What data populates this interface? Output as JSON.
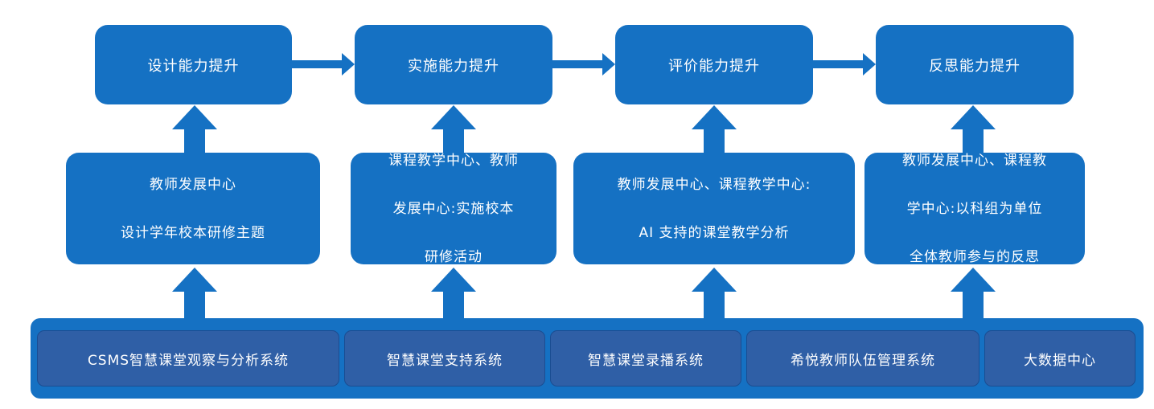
{
  "top_row": [
    {
      "label": "设计能力提升"
    },
    {
      "label": "实施能力提升"
    },
    {
      "label": "评价能力提升"
    },
    {
      "label": "反思能力提升"
    }
  ],
  "middle_row": [
    {
      "lines": [
        "教师发展中心",
        "设计学年校本研修主题"
      ]
    },
    {
      "lines": [
        "课程教学中心、教师",
        "发展中心:实施校本",
        "研修活动"
      ]
    },
    {
      "lines": [
        "教师发展中心、课程教学中心:",
        "AI 支持的课堂教学分析"
      ]
    },
    {
      "lines": [
        "教师发展中心、课程教",
        "学中心:以科组为单位",
        "全体教师参与的反思"
      ]
    }
  ],
  "systems": [
    {
      "label": "CSMS智慧课堂观察与分析系统"
    },
    {
      "label": "智慧课堂支持系统"
    },
    {
      "label": "智慧课堂录播系统"
    },
    {
      "label": "希悦教师队伍管理系统"
    },
    {
      "label": "大数据中心"
    }
  ],
  "colors": {
    "box": "#1571c3",
    "system_box": "#2f5fa6",
    "background": "#ffffff"
  }
}
